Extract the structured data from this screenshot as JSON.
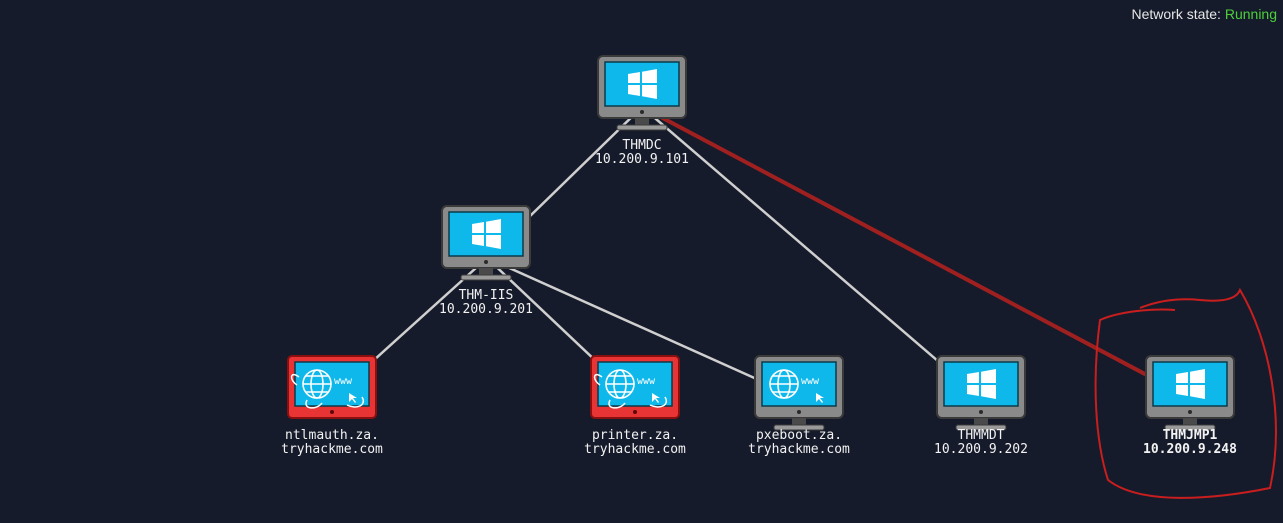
{
  "network_state": {
    "label": "Network state: ",
    "value": "Running",
    "value_color": "#4cd03a"
  },
  "nodes": {
    "thmdc": {
      "line1": "THMDC",
      "line2": "10.200.9.101",
      "icon": "windows-icon",
      "state": "normal"
    },
    "thmiis": {
      "line1": "THM-IIS",
      "line2": "10.200.9.201",
      "icon": "windows-icon",
      "state": "normal"
    },
    "ntlmauth": {
      "line1": "ntlmauth.za.",
      "line2": "tryhackme.com",
      "icon": "www-globe-icon",
      "state": "compromised"
    },
    "printer": {
      "line1": "printer.za.",
      "line2": "tryhackme.com",
      "icon": "www-globe-icon",
      "state": "compromised"
    },
    "pxeboot": {
      "line1": "pxeboot.za.",
      "line2": "tryhackme.com",
      "icon": "www-globe-icon",
      "state": "normal"
    },
    "thmmdt": {
      "line1": "THMMDT",
      "line2": "10.200.9.202",
      "icon": "windows-icon",
      "state": "normal"
    },
    "thmjmp1": {
      "line1": "THMJMP1",
      "line2": "10.200.9.248",
      "icon": "windows-icon",
      "state": "selected"
    }
  },
  "colors": {
    "background": "#161b2b",
    "link": "#cfcfcf",
    "active_link": "#a02020",
    "annotation": "#c81e1e",
    "screen": "#0fb8ea",
    "compromised_frame": "#e83434"
  }
}
